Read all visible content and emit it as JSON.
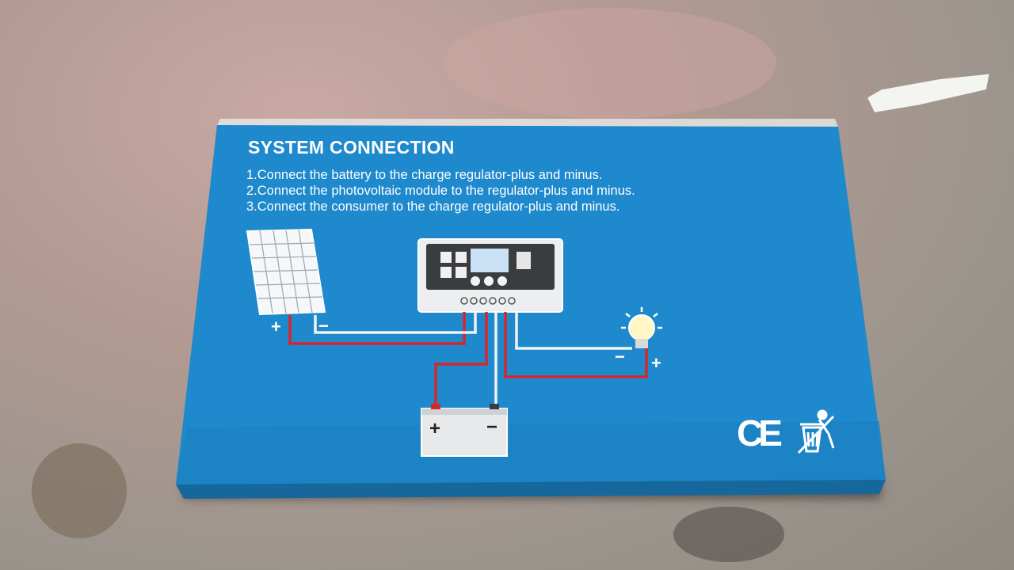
{
  "box": {
    "title": "SYSTEM CONNECTION",
    "steps": [
      "1.Connect the battery to the charge regulator-plus and minus.",
      "2.Connect the photovoltaic module to the regulator-plus and minus.",
      "3.Connect the consumer to the charge regulator-plus and minus."
    ],
    "panel_plus": "+",
    "panel_minus": "−",
    "battery_plus": "+",
    "battery_minus": "−",
    "lamp_minus": "−",
    "lamp_plus": "+",
    "certification": "CE"
  },
  "colors": {
    "box_blue": "#1f8ccf",
    "wire_red": "#d7262b",
    "wire_white": "#f2f2f2",
    "text": "#ffffff"
  },
  "icons": [
    "solar-panel-icon",
    "charge-controller-icon",
    "battery-icon",
    "light-bulb-icon",
    "ce-mark-icon",
    "weee-bin-icon"
  ]
}
